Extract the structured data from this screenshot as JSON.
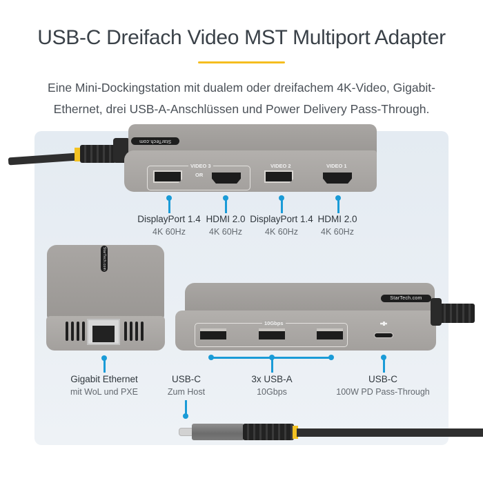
{
  "header": {
    "title": "USB-C Dreifach Video MST Multiport Adapter",
    "subtitle_line1": "Eine Mini-Dockingstation mit dualem oder dreifachem 4K-Video, Gigabit-",
    "subtitle_line2": "Ethernet, drei USB-A-Anschlüssen und Power Delivery Pass-Through."
  },
  "colors": {
    "accent": "#f5bd1f",
    "callout": "#1a9bd7",
    "panel": "#e6ecf2",
    "device": "#a5a29f"
  },
  "brand": {
    "logo_text": "StarTech.com"
  },
  "top_device": {
    "group_labels": {
      "video3": "VIDEO 3",
      "or": "OR",
      "video2": "VIDEO 2",
      "video1": "VIDEO 1"
    },
    "ports": [
      {
        "main": "DisplayPort 1.4",
        "sub": "4K 60Hz",
        "icon": "displayport-icon"
      },
      {
        "main": "HDMI 2.0",
        "sub": "4K 60Hz",
        "icon": "hdmi-icon"
      },
      {
        "main": "DisplayPort 1.4",
        "sub": "4K 60Hz",
        "icon": "displayport-icon"
      },
      {
        "main": "HDMI 2.0",
        "sub": "4K 60Hz",
        "icon": "hdmi-icon"
      }
    ]
  },
  "side_device": {
    "port": {
      "main": "Gigabit Ethernet",
      "sub": "mit WoL und PXE",
      "icon": "rj45-icon"
    }
  },
  "bottom_device": {
    "usba_group_label": "10Gbps",
    "ports": [
      {
        "main": "USB-C",
        "sub": "Zum Host",
        "icon": "usb-c-connector-icon"
      },
      {
        "main": "3x USB-A",
        "sub": "10Gbps",
        "icon": "usb-a-icon"
      },
      {
        "main": "USB-C",
        "sub": "100W PD Pass-Through",
        "icon": "usb-c-icon"
      }
    ],
    "power_symbol": "power-plug-icon"
  }
}
